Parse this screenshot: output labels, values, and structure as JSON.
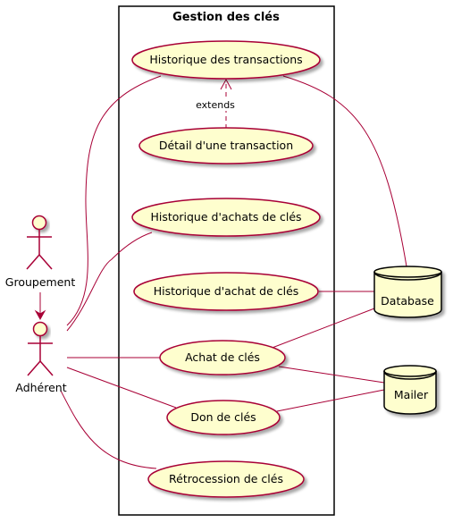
{
  "package": {
    "title": "Gestion des clés"
  },
  "actors": {
    "groupement": {
      "label": "Groupement"
    },
    "adherent": {
      "label": "Adhérent"
    }
  },
  "use_cases": {
    "historique_transactions": "Historique des transactions",
    "detail_transaction": "Détail d'une transaction",
    "historique_achats_cles": "Historique d'achats de clés",
    "historique_achat_cles": "Historique d'achat de clés",
    "achat_cles": "Achat de clés",
    "don_cles": "Don de clés",
    "retrocession_cles": "Rétrocession de clés"
  },
  "databases": {
    "database": "Database",
    "mailer": "Mailer"
  },
  "relations": {
    "extends_label": "extends"
  },
  "colors": {
    "usecase_fill": "#FEFECE",
    "line": "#A80036",
    "border": "#000000"
  }
}
